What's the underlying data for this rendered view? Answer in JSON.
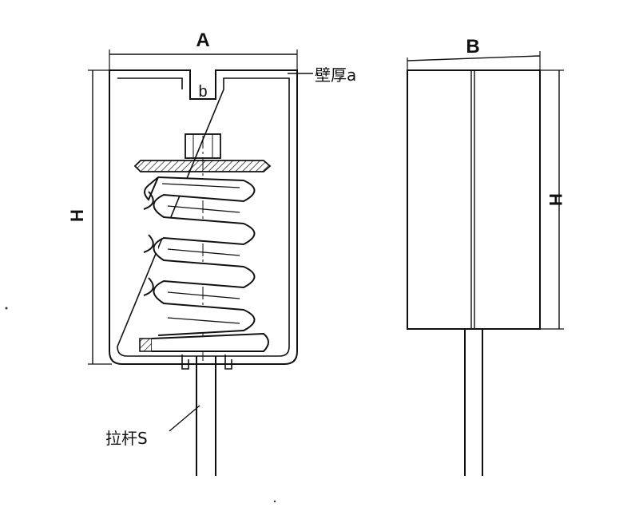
{
  "labels": {
    "dim_a": "A",
    "dim_b_slot": "b",
    "wall_thickness": "壁厚a",
    "dim_h_left": "H",
    "dim_b_side": "B",
    "dim_h_right": "H",
    "rod": "拉杆S"
  },
  "colors": {
    "line": "#111111",
    "hatch": "#111111",
    "background": "#ffffff"
  }
}
